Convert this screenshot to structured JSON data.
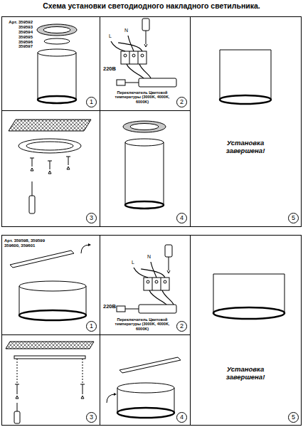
{
  "diagram": {
    "title": "Схема установки светодиодного накладного светильника.",
    "nodes": [
      {
        "text": [
          "1"
        ]
      },
      {
        "text": [
          "2"
        ]
      },
      {
        "text": [
          "3"
        ]
      },
      {
        "text": [
          "4"
        ]
      },
      {
        "text": [
          "5"
        ]
      },
      {
        "text": [
          "1"
        ]
      },
      {
        "text": [
          "2"
        ]
      },
      {
        "text": [
          "3"
        ]
      },
      {
        "text": [
          "4"
        ]
      },
      {
        "text": [
          "5"
        ]
      }
    ],
    "labels": [
      "Арт. 359592 359593 359594 359595 359596 359597",
      "L",
      "N",
      "220В",
      "Переключатель Цветовой температуры (3000K, 4000K, 6000K)",
      "Установка завершена!",
      "Арт. 359598, 359599 359600, 359601",
      "L",
      "N",
      "220В",
      "Переключатель Цветовой температуры (3000K, 4000K, 6000K)",
      "Установка завершена!"
    ]
  }
}
